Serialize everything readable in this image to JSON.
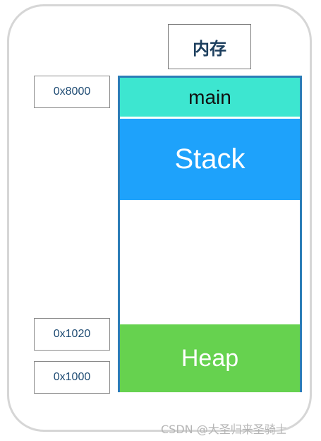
{
  "title": "内存",
  "addresses": {
    "top": "0x8000",
    "heap_top": "0x1020",
    "heap_bottom": "0x1000"
  },
  "segments": {
    "main": "main",
    "stack": "Stack",
    "heap": "Heap"
  },
  "colors": {
    "main": "#3de6d0",
    "stack": "#1ea2fb",
    "heap": "#66d24f",
    "border": "#2b7db7"
  },
  "watermark": "CSDN @大圣归来圣骑士"
}
